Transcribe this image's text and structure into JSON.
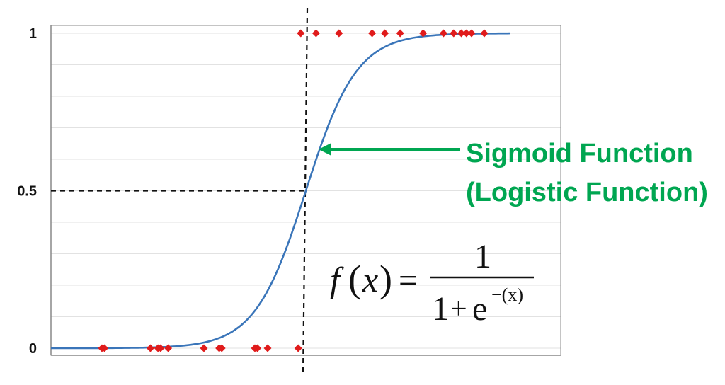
{
  "chart_data": {
    "type": "scatter",
    "title": "",
    "xlabel": "",
    "ylabel": "",
    "y_ticks": [
      "0",
      "0.5",
      "1"
    ],
    "ylim": [
      0,
      1
    ],
    "xlim": [
      -10,
      10
    ],
    "grid": true,
    "curve": {
      "function": "logistic",
      "x_range": [
        -10,
        8
      ],
      "color": "#3a75b9"
    },
    "threshold": {
      "x": 0,
      "y": 0.5,
      "style": "dashed"
    },
    "series": [
      {
        "color": "#e01b1b",
        "marker": "diamond",
        "x": [
          -8.0,
          -7.9,
          -6.1,
          -5.8,
          -5.7,
          -5.4,
          -4.0,
          -3.4,
          -3.3,
          -2.0,
          -1.9,
          -1.5,
          -0.3,
          -0.2,
          0.4,
          1.3,
          2.6,
          3.1,
          3.7,
          4.6,
          5.4,
          5.8,
          6.1,
          6.3,
          6.5,
          7.0
        ],
        "y": [
          0,
          0,
          0,
          0,
          0,
          0,
          0,
          0,
          0,
          0,
          0,
          0,
          0,
          1,
          1,
          1,
          1,
          1,
          1,
          1,
          1,
          1,
          1,
          1,
          1,
          1
        ]
      }
    ],
    "annotation": {
      "line1": "Sigmoid Function",
      "line2": "(Logistic Function)",
      "color": "#00a651"
    },
    "formula": {
      "lhs": "f",
      "var": "x",
      "equals": "=",
      "numerator": "1",
      "denom_one": "1",
      "plus": "+",
      "denom_e": "e",
      "exponent": "−(x)"
    }
  }
}
